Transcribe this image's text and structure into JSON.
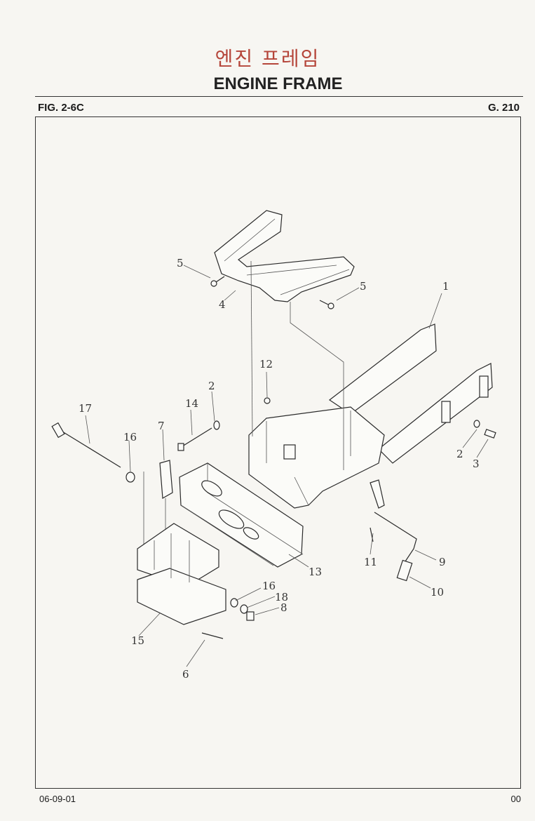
{
  "header": {
    "title_korean": "엔진 프레임",
    "title_english": "ENGINE FRAME",
    "figure_number": "FIG. 2-6C",
    "group_number": "G. 210"
  },
  "callouts": [
    "1",
    "2",
    "2",
    "3",
    "4",
    "5",
    "5",
    "6",
    "7",
    "8",
    "9",
    "10",
    "11",
    "12",
    "13",
    "14",
    "15",
    "16",
    "16",
    "17",
    "18"
  ],
  "footer": {
    "date": "06-09-01",
    "revision": "00"
  }
}
